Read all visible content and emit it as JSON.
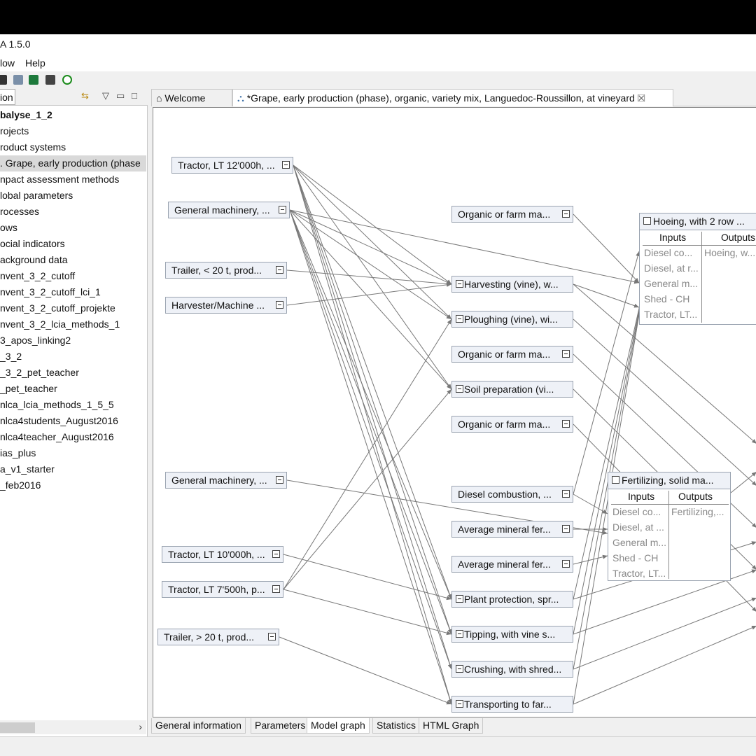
{
  "window": {
    "title": "A 1.5.0"
  },
  "menu": {
    "items": [
      "low",
      "Help"
    ]
  },
  "navigator": {
    "tab_label": "ion",
    "items": [
      {
        "label": "balyse_1_2",
        "bold": true
      },
      {
        "label": "rojects"
      },
      {
        "label": "roduct systems"
      },
      {
        "label": ". Grape, early production (phase",
        "selected": true
      },
      {
        "label": "npact assessment methods"
      },
      {
        "label": "lobal parameters"
      },
      {
        "label": "rocesses"
      },
      {
        "label": "ows"
      },
      {
        "label": "ocial indicators"
      },
      {
        "label": "ackground data"
      },
      {
        "label": "nvent_3_2_cutoff"
      },
      {
        "label": "nvent_3_2_cutoff_lci_1"
      },
      {
        "label": "nvent_3_2_cutoff_projekte"
      },
      {
        "label": "nvent_3_2_lcia_methods_1"
      },
      {
        "label": "3_apos_linking2"
      },
      {
        "label": "_3_2"
      },
      {
        "label": "_3_2_pet_teacher"
      },
      {
        "label": "_pet_teacher"
      },
      {
        "label": "nlca_lcia_methods_1_5_5"
      },
      {
        "label": "nlca4students_August2016"
      },
      {
        "label": "nlca4teacher_August2016"
      },
      {
        "label": "ias_plus"
      },
      {
        "label": "a_v1_starter"
      },
      {
        "label": "_feb2016"
      }
    ]
  },
  "editor_tabs": [
    {
      "label": "Welcome",
      "icon": "home-icon"
    },
    {
      "label": "*Grape, early production (phase), organic, variety mix, Languedoc-Roussillon, at vineyard",
      "icon": "model-graph-icon",
      "closable": true
    }
  ],
  "graph": {
    "left_nodes": [
      "Tractor, LT 12'000h, ...",
      "General machinery, ...",
      "Trailer, < 20 t, prod...",
      "Harvester/Machine ...",
      "General machinery, ...",
      "Tractor, LT 10'000h, ...",
      "Tractor, LT 7'500h, p...",
      "Trailer, > 20 t, prod..."
    ],
    "middle_nodes": [
      "Organic or farm ma...",
      "Harvesting (vine), w...",
      "Ploughing (vine), wi...",
      "Organic or farm ma...",
      "Soil preparation (vi...",
      "Organic or farm ma...",
      "Diesel combustion, ...",
      "Average mineral fer...",
      "Average mineral fer...",
      "Plant protection, spr...",
      "Tipping, with vine s...",
      "Crushing, with shred...",
      "Transporting to far..."
    ],
    "expanded_nodes": [
      {
        "title": "Hoeing, with 2 row ...",
        "inputs_label": "Inputs",
        "outputs_label": "Outputs",
        "inputs": [
          "Diesel co...",
          "Diesel, at r...",
          "General m...",
          "Shed - CH",
          "Tractor, LT..."
        ],
        "outputs": [
          "Hoeing, w..."
        ]
      },
      {
        "title": "Fertilizing, solid ma...",
        "inputs_label": "Inputs",
        "outputs_label": "Outputs",
        "inputs": [
          "Diesel co...",
          "Diesel, at ...",
          "General m...",
          "Shed - CH",
          "Tractor, LT..."
        ],
        "outputs": [
          "Fertilizing,..."
        ]
      }
    ]
  },
  "bottom_tabs": [
    "General information",
    "Parameters",
    "Model graph",
    "Statistics",
    "HTML Graph"
  ],
  "active_bottom_tab": "Model graph"
}
